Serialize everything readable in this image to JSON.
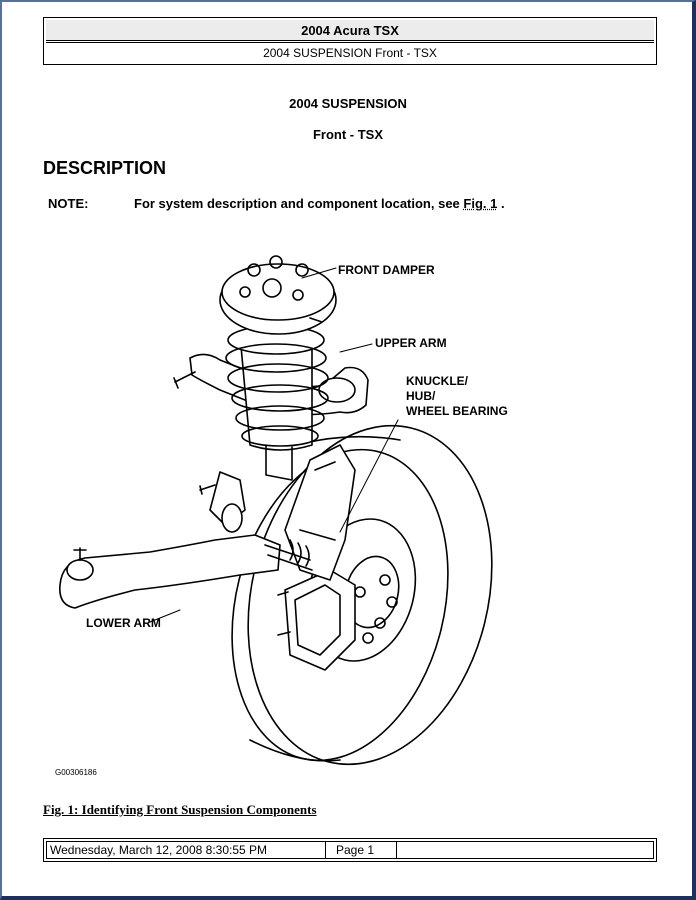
{
  "header": {
    "title": "2004 Acura TSX",
    "subtitle": "2004 SUSPENSION Front - TSX"
  },
  "section": {
    "title": "2004 SUSPENSION",
    "subtitle": "Front - TSX"
  },
  "description_heading": "DESCRIPTION",
  "note": {
    "label": "NOTE:",
    "text": "For system description and component location, see",
    "link": "Fig. 1",
    "end": " ."
  },
  "figure": {
    "callouts": {
      "front_damper": "FRONT DAMPER",
      "upper_arm": "UPPER ARM",
      "knuckle_1": "KNUCKLE/",
      "knuckle_2": "HUB/",
      "knuckle_3": "WHEEL BEARING",
      "lower_arm": "LOWER ARM"
    },
    "image_id": "G00306186",
    "caption": "Fig. 1: Identifying Front Suspension Components"
  },
  "footer": {
    "datetime": "Wednesday, March 12, 2008 8:30:55 PM",
    "page": "Page 1"
  }
}
